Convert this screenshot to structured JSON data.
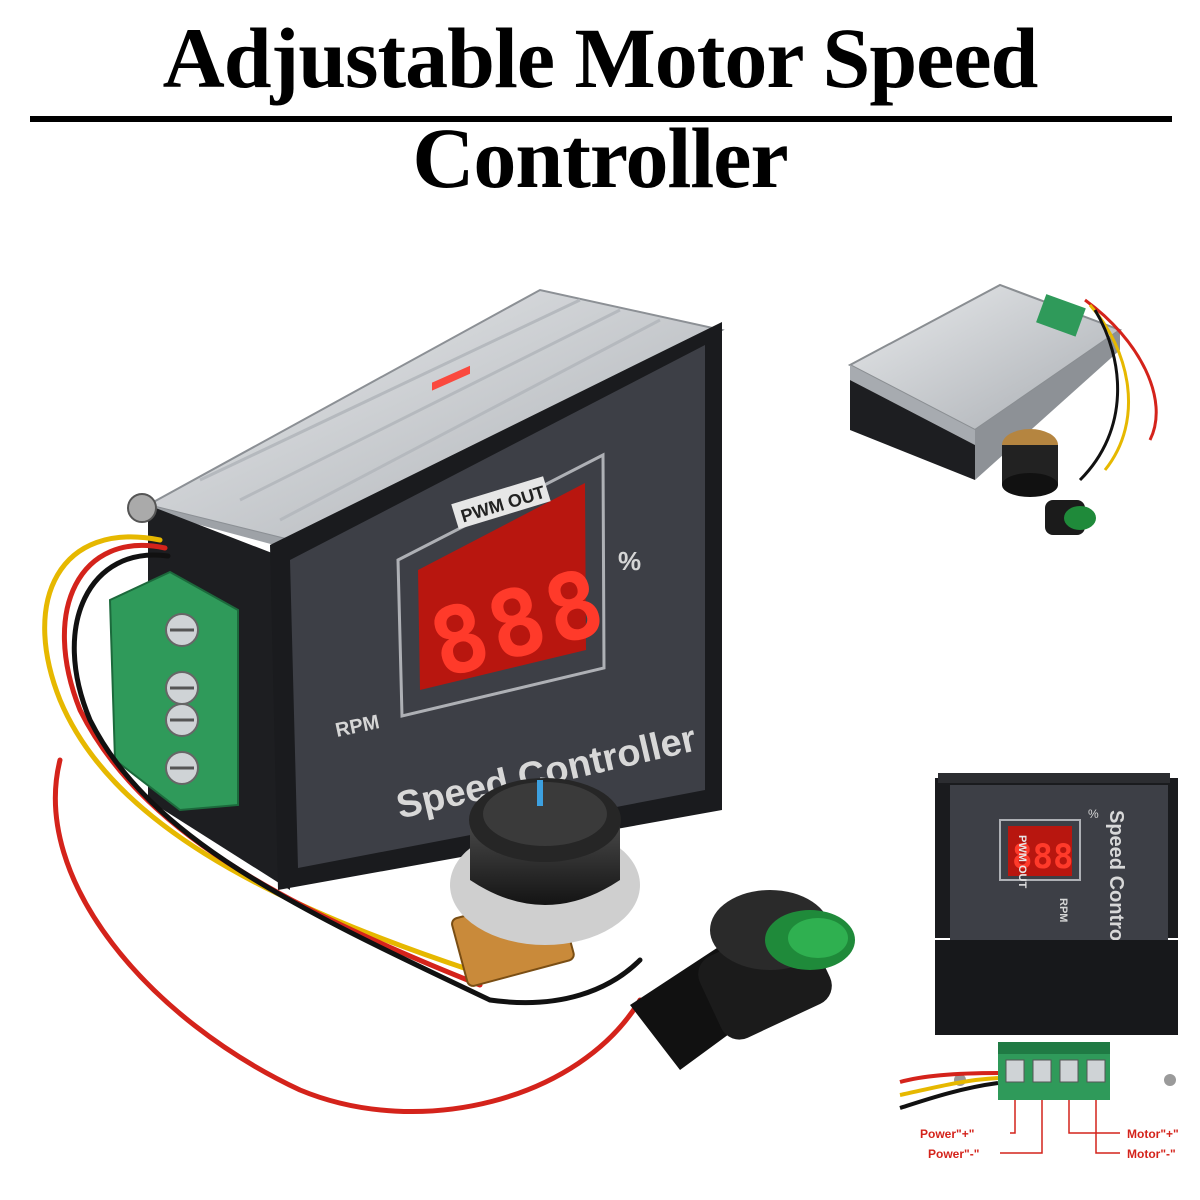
{
  "title": "Adjustable Motor Speed Controller",
  "main_panel": {
    "display_label": "PWM OUT",
    "digits": "888",
    "percent_sign": "%",
    "rpm_label": "RPM",
    "product_name": "Speed Controller"
  },
  "side_panel": {
    "display_label": "PWM OUT",
    "digits": "888",
    "percent_sign": "%",
    "rpm_label": "RPM",
    "product_name": "Speed Controller"
  },
  "wiring_labels": {
    "power_plus": "Power\"+\"",
    "power_minus": "Power\"-\"",
    "motor_plus": "Motor\"+\"",
    "motor_minus": "Motor\"-\""
  },
  "colors": {
    "panel": "#3d3f46",
    "led": "#e8241c",
    "terminal": "#2f9a5a",
    "button": "#1f8a3a",
    "wire_red": "#d4231b",
    "wire_yellow": "#e6b800",
    "heatsink": "#c9ccd0"
  }
}
